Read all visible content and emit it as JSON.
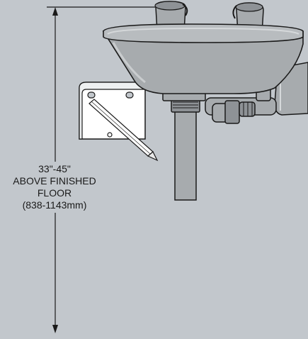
{
  "dimension": {
    "lines": [
      "33\"-45\"",
      "ABOVE FINISHED",
      "FLOOR",
      "(838-1143mm)"
    ]
  },
  "colors": {
    "background": "#c2c7cc",
    "fixture_fill": "#a7abae",
    "fixture_dark": "#8e9296",
    "bracket_fill": "#ffffff",
    "stroke": "#1a1a1a"
  }
}
